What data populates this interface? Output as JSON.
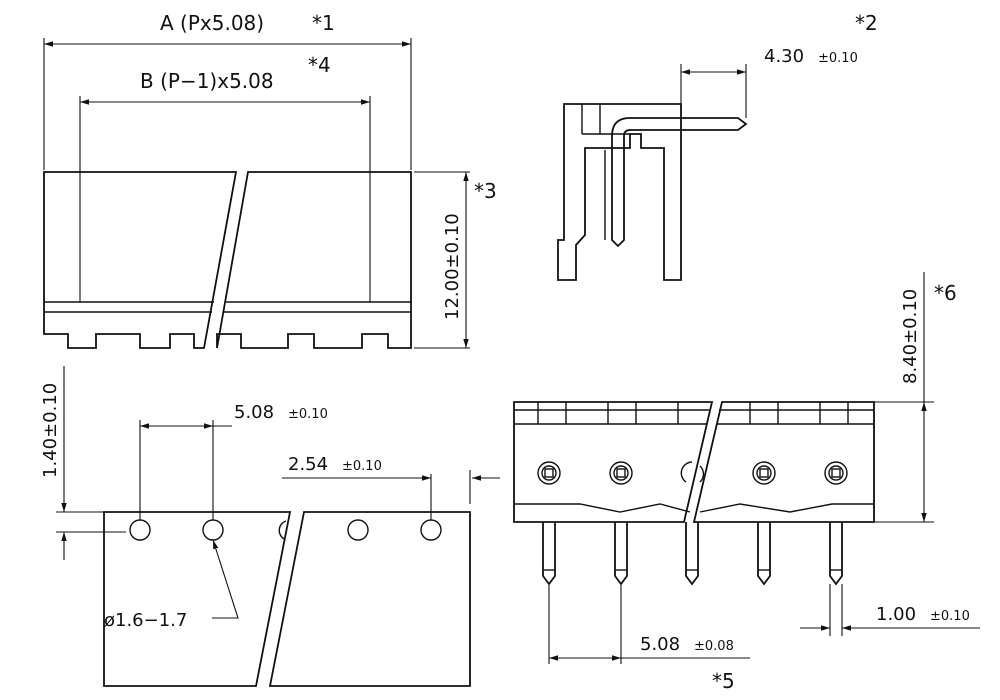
{
  "labels": {
    "dim_a": "A (Px5.08)",
    "note_1": "*1",
    "dim_b": "B (P−1)x5.08",
    "note_4": "*4",
    "note_2": "*2",
    "dim_pin_ext": "4.30",
    "tol_pin_ext": "±0.10",
    "note_3": "*3",
    "dim_height": "12.00±0.10",
    "note_6": "*6",
    "dim_side_height": "8.40±0.10",
    "dim_offset": "1.40±0.10",
    "dim_pitch_pcb": "5.08",
    "tol_pitch_pcb": "±0.10",
    "dim_half_pitch": "2.54",
    "tol_half_pitch": "±0.10",
    "dim_hole": "ø1.6−1.7",
    "dim_pin_w": "1.00",
    "tol_pin_w": "±0.10",
    "dim_pitch_pin": "5.08",
    "tol_pitch_pin": "±0.08",
    "note_5": "*5"
  }
}
